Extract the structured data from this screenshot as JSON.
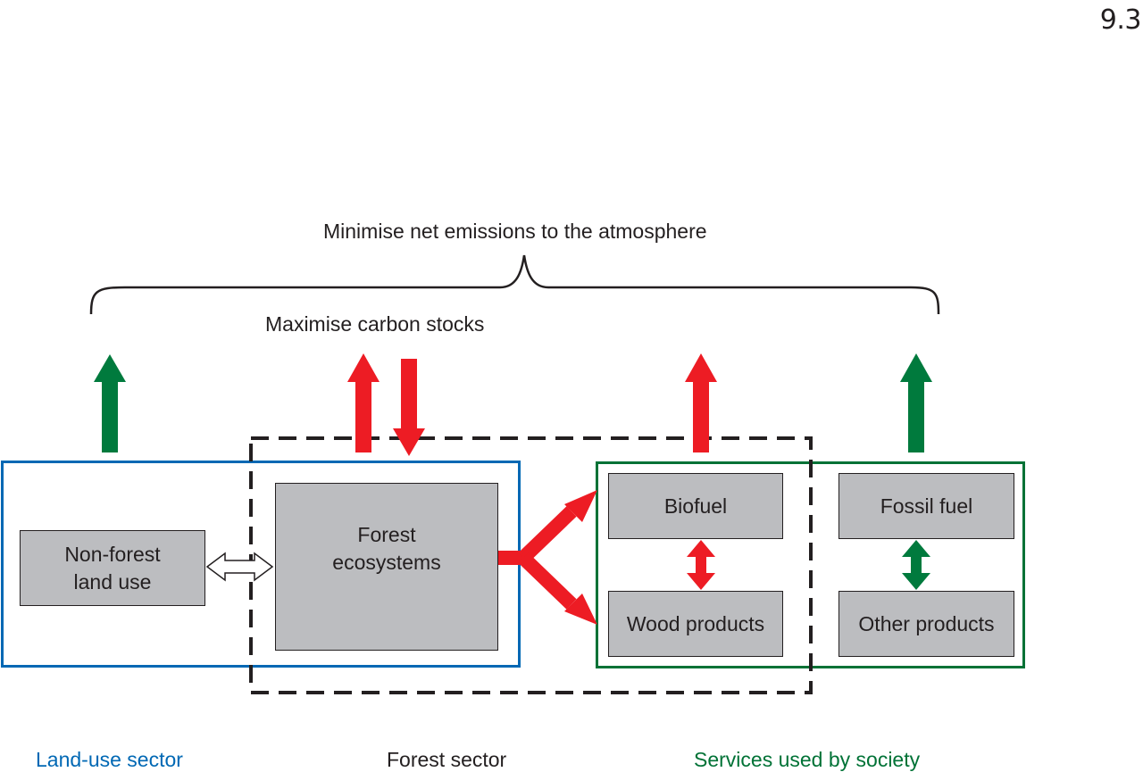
{
  "figure_number": "9.3",
  "top_goal": "Minimise net emissions to the atmosphere",
  "sub_goal": "Maximise carbon stocks",
  "boxes": {
    "non_forest_line1": "Non-forest",
    "non_forest_line2": "land use",
    "forest_line1": "Forest",
    "forest_line2": "ecosystems",
    "biofuel": "Biofuel",
    "wood_products": "Wood products",
    "fossil_fuel": "Fossil fuel",
    "other_products": "Other products"
  },
  "sectors": {
    "land_use": "Land-use sector",
    "forest": "Forest sector",
    "services": "Services used by society"
  },
  "colors": {
    "land_use_blue": "#0068b4",
    "services_green": "#007236",
    "arrow_red": "#ed1c24",
    "arrow_green": "#007a3d",
    "box_gray": "#bcbdc0",
    "text_dark": "#231f20"
  }
}
